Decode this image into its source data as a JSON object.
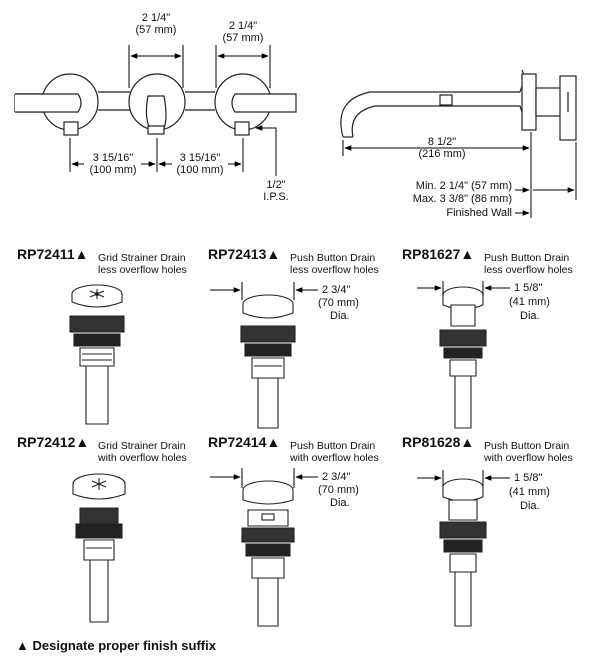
{
  "top": {
    "spacing_a": {
      "in": "2 1/4\"",
      "mm": "(57 mm)"
    },
    "spacing_b": {
      "in": "2 1/4\"",
      "mm": "(57 mm)"
    },
    "centers_left": {
      "in": "3 15/16\"",
      "mm": "(100 mm)"
    },
    "centers_right": {
      "in": "3 15/16\"",
      "mm": "(100 mm)"
    },
    "ips": {
      "size": "1/2\"",
      "label": "I.P.S."
    },
    "spout_reach": {
      "in": "8 1/2\"",
      "mm": "(216 mm)"
    },
    "wall_min": "Min. 2 1/4\" (57 mm)",
    "wall_max": "Max. 3 3/8\" (86 mm)",
    "finished_wall": "Finished Wall"
  },
  "drains": [
    {
      "part": "RP72411",
      "mark": "▲",
      "desc1": "Grid Strainer Drain",
      "desc2": "less overflow holes",
      "dim_in": "",
      "dim_mm": "",
      "dia": ""
    },
    {
      "part": "RP72413",
      "mark": "▲",
      "desc1": "Push Button Drain",
      "desc2": "less overflow holes",
      "dim_in": "2 3/4\"",
      "dim_mm": "(70 mm)",
      "dia": "Dia."
    },
    {
      "part": "RP81627",
      "mark": "▲",
      "desc1": "Push Button Drain",
      "desc2": "less overflow holes",
      "dim_in": "1 5/8\"",
      "dim_mm": "(41 mm)",
      "dia": "Dia."
    },
    {
      "part": "RP72412",
      "mark": "▲",
      "desc1": "Grid Strainer Drain",
      "desc2": "with overflow holes",
      "dim_in": "",
      "dim_mm": "",
      "dia": ""
    },
    {
      "part": "RP72414",
      "mark": "▲",
      "desc1": "Push Button Drain",
      "desc2": "with overflow holes",
      "dim_in": "2 3/4\"",
      "dim_mm": "(70 mm)",
      "dia": "Dia."
    },
    {
      "part": "RP81628",
      "mark": "▲",
      "desc1": "Push Button Drain",
      "desc2": "with overflow holes",
      "dim_in": "1 5/8\"",
      "dim_mm": "(41 mm)",
      "dia": "Dia."
    }
  ],
  "footnote": "▲ Designate proper finish suffix"
}
